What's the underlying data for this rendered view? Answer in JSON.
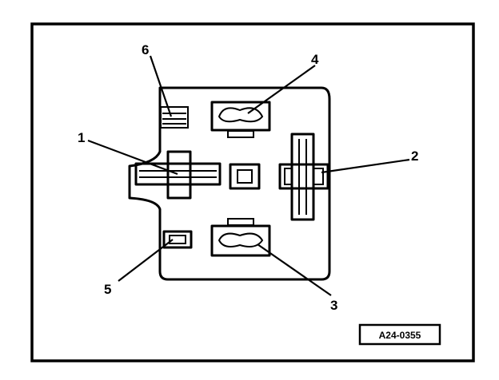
{
  "callouts": [
    "1",
    "2",
    "3",
    "4",
    "5",
    "6"
  ],
  "reference_code": "A24-0355"
}
